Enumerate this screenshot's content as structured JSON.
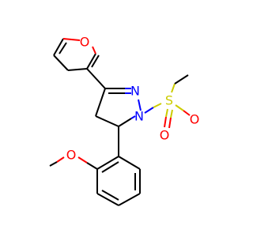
{
  "atoms": [
    {
      "id": "o_furan",
      "text": "O",
      "color": "#ff0000"
    },
    {
      "id": "n2",
      "text": "N",
      "color": "#0000ff"
    },
    {
      "id": "n1",
      "text": "N",
      "color": "#0000ff"
    },
    {
      "id": "s",
      "text": "S",
      "color": "#cccc00"
    },
    {
      "id": "o_s1",
      "text": "O",
      "color": "#ff0000"
    },
    {
      "id": "o_s2",
      "text": "O",
      "color": "#ff0000"
    },
    {
      "id": "o_methoxy",
      "text": "O",
      "color": "#ff0000"
    }
  ]
}
